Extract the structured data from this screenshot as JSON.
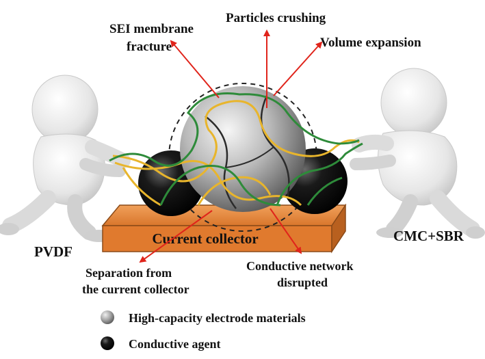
{
  "labels": {
    "sei_line1": "SEI membrane",
    "sei_line2": "fracture",
    "particles": "Particles crushing",
    "volume": "Volume expansion",
    "pvdf": "PVDF",
    "cmc": "CMC+SBR",
    "collector": "Current collector",
    "separation_line1": "Separation from",
    "separation_line2": "the current collector",
    "network_line1": "Conductive network",
    "network_line2": "disrupted"
  },
  "legend": {
    "items": [
      {
        "label": "High-capacity electrode materials",
        "icon": "gray-sphere-icon"
      },
      {
        "label": "Conductive agent",
        "icon": "black-sphere-icon"
      }
    ]
  },
  "colors": {
    "arrow": "#e0241b",
    "collector": "#e07a2e",
    "binder_yellow": "#e8b52c",
    "binder_green": "#2e8b3a"
  }
}
